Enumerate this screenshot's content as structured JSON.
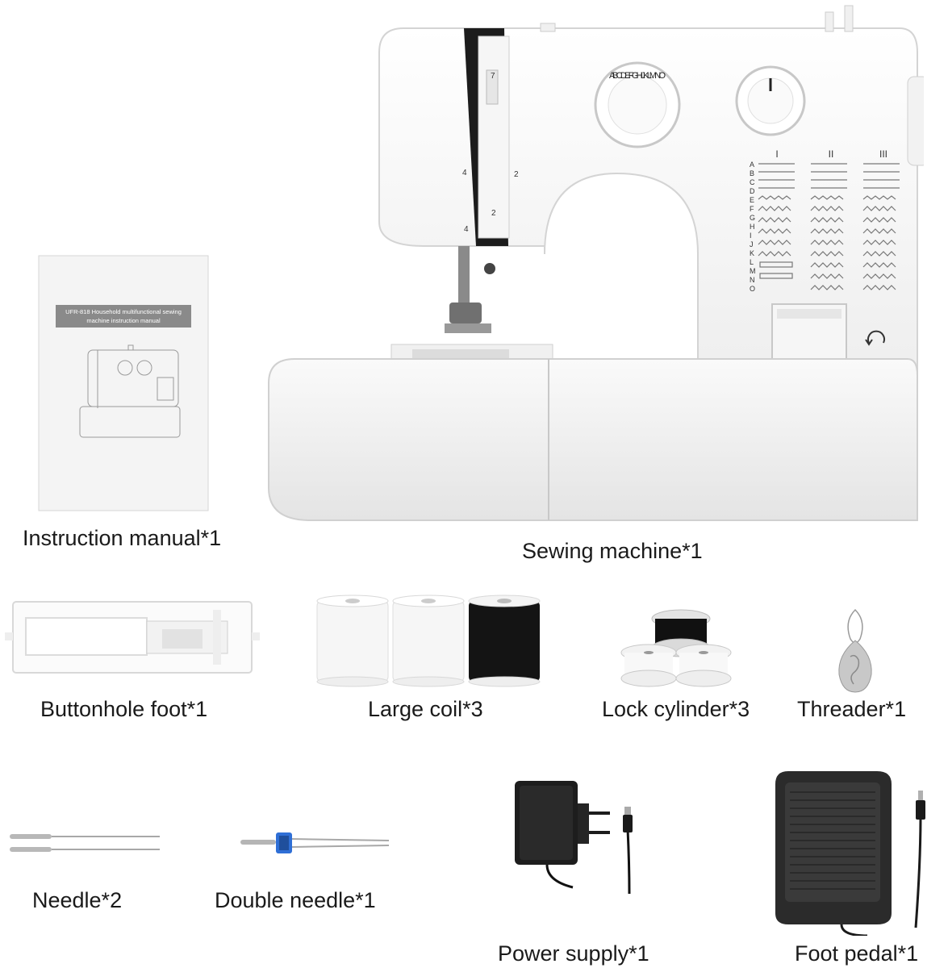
{
  "manual": {
    "label": "Instruction manual*1",
    "title_line1": "UFR-818 Household multifunctional sewing",
    "title_line2": "machine instruction manual"
  },
  "machine": {
    "label": "Sewing machine*1",
    "dial_letters": "A B C D E F G H I J K L M N O",
    "stitch_letters": [
      "A",
      "B",
      "C",
      "D",
      "E",
      "F",
      "G",
      "H",
      "I",
      "J",
      "K",
      "L",
      "M",
      "N",
      "O"
    ],
    "column_marks": [
      "I",
      "II",
      "III"
    ],
    "upper_numbers": [
      "7",
      "4",
      "2"
    ],
    "lower_numbers": [
      "4",
      "2"
    ]
  },
  "accessories": {
    "buttonhole_foot": "Buttonhole foot*1",
    "large_coil": "Large coil*3",
    "lock_cylinder": "Lock cylinder*3",
    "threader": "Threader*1",
    "needle": "Needle*2",
    "double_needle": "Double needle*1",
    "power_supply": "Power supply*1",
    "foot_pedal": "Foot pedal*1"
  }
}
